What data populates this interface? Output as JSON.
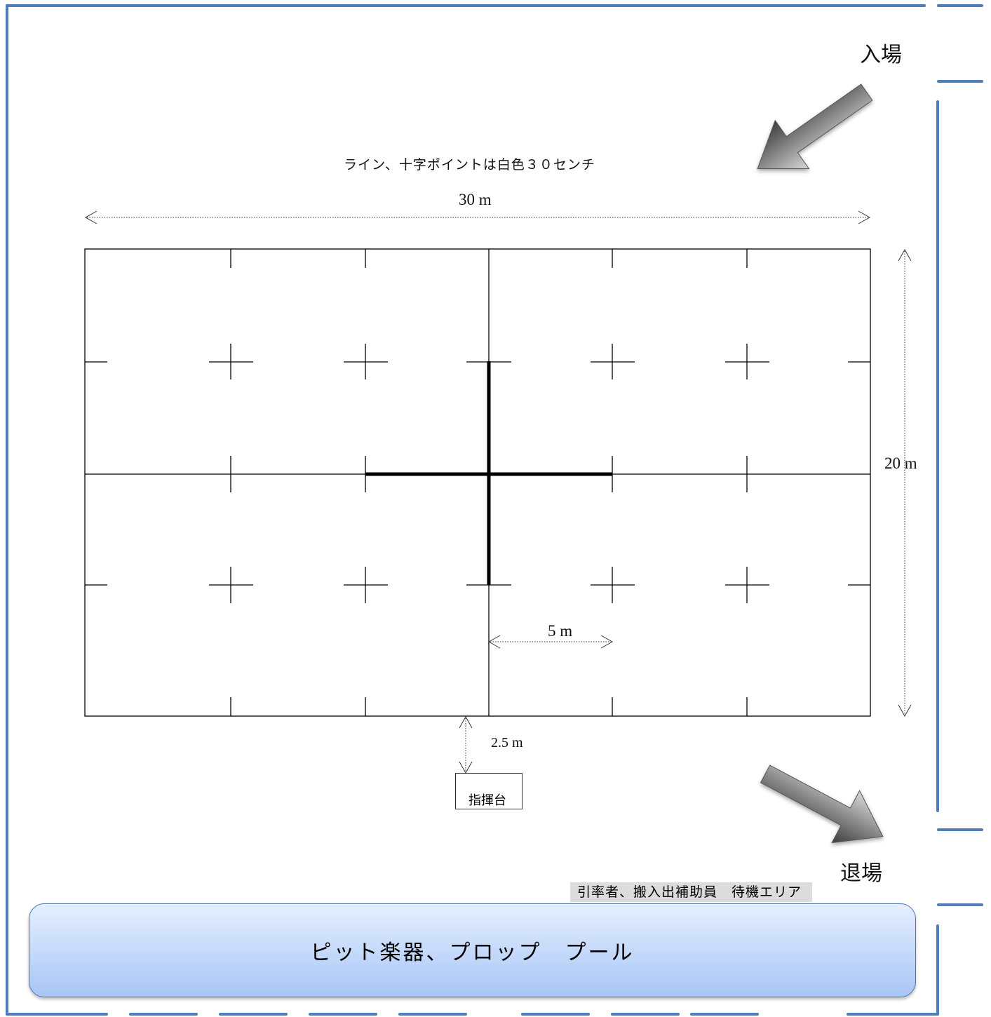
{
  "labels": {
    "entrance": "入場",
    "exit": "退場",
    "line_note": "ライン、十字ポイントは白色３０センチ",
    "width": "30 m",
    "height": "20 m",
    "grid_spacing": "5 m",
    "podium_distance": "2.5 m",
    "podium": "指揮台",
    "waiting_area": "引率者、搬入出補助員　待機エリア",
    "pool": "ピット楽器、プロップ　プール"
  },
  "colors": {
    "wall": "#4f7fba",
    "line": "#000000",
    "pool_border": "#4a77b4",
    "arrow": "#7a7a7a"
  }
}
